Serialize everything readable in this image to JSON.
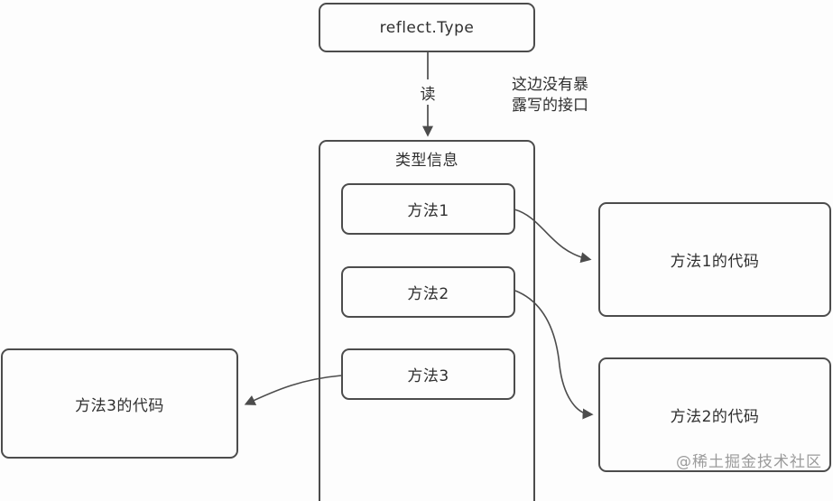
{
  "diagram": {
    "top_box": {
      "label": "reflect.Type"
    },
    "read_edge": {
      "label": "读"
    },
    "annotation": {
      "text": "这边没有暴\n露写的接口"
    },
    "container_box": {
      "label": "类型信息"
    },
    "methods": [
      {
        "label": "方法1"
      },
      {
        "label": "方法2"
      },
      {
        "label": "方法3"
      }
    ],
    "code_boxes": [
      {
        "label": "方法1的代码"
      },
      {
        "label": "方法2的代码"
      },
      {
        "label": "方法3的代码"
      }
    ],
    "watermark": "@稀土掘金技术社区",
    "colors": {
      "line": "#4c4c4c",
      "text": "#2f2f2f",
      "watermark": "#9b9b9b",
      "background": "#fdfdfd"
    }
  }
}
